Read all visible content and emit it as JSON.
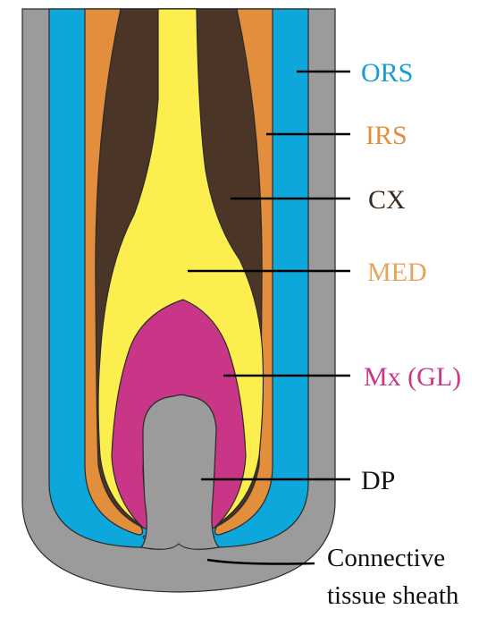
{
  "labels": {
    "ors": "ORS",
    "irs": "IRS",
    "cx": "CX",
    "med": "MED",
    "mx": "Mx (GL)",
    "dp": "DP",
    "sheath_line1": "Connective",
    "sheath_line2": "tissue sheath"
  },
  "colors": {
    "sheath": "#9b9b9b",
    "ors": "#0ea7dc",
    "irs": "#e38e3d",
    "cortex": "#4a3526",
    "medulla": "#fcee4f",
    "matrix": "#c93687",
    "papilla": "#9b9b9b",
    "ors_text": "#129fd6",
    "irs_text": "#e38e3d",
    "cx_text": "#3c2a1c",
    "med_text": "#e8a45c",
    "mx_text": "#c93687",
    "dp_text": "#111111"
  }
}
